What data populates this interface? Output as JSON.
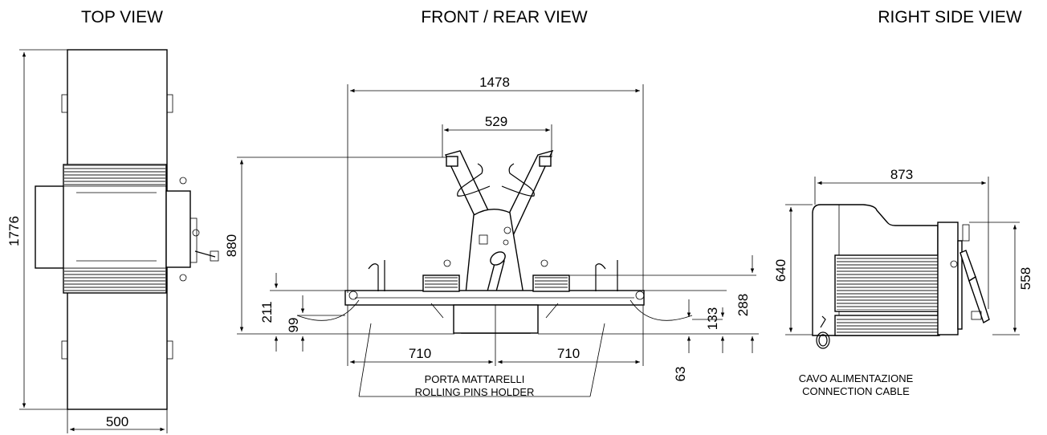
{
  "views": {
    "top": {
      "title": "TOP VIEW",
      "dim_length": "1776",
      "dim_width": "500"
    },
    "front": {
      "title": "FRONT / REAR VIEW",
      "dim_overall_width": "1478",
      "dim_roller_width": "529",
      "dim_height": "880",
      "dim_table_height": "211",
      "dim_table_low": "99",
      "dim_right_133": "133",
      "dim_right_288": "288",
      "dim_right_63": "63",
      "dim_left_half": "710",
      "dim_right_half": "710",
      "label_it": "PORTA MATTARELLI",
      "label_en": "ROLLING PINS HOLDER"
    },
    "side": {
      "title": "RIGHT SIDE VIEW",
      "dim_depth": "873",
      "dim_height": "640",
      "dim_height_right": "558",
      "label_it": "CAVO ALIMENTAZIONE",
      "label_en": "CONNECTION CABLE"
    }
  }
}
